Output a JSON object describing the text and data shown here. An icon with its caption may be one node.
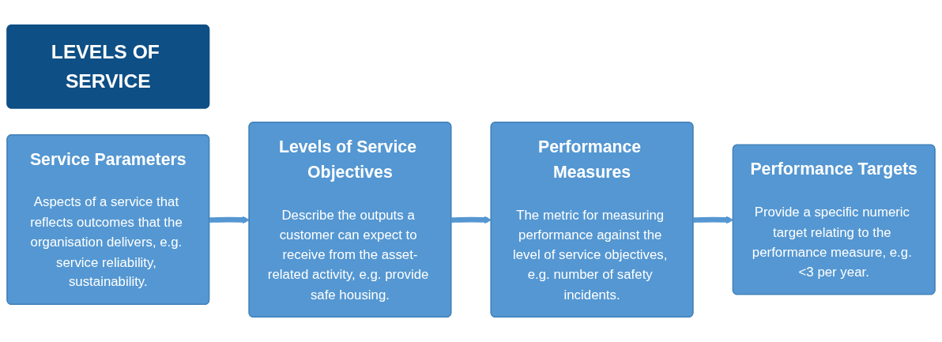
{
  "diagram": {
    "nodes": [
      {
        "text": [
          "LEVELS OF SERVICE"
        ]
      },
      {
        "text": [
          "Service Parameters",
          "Aspects of a service that reflects outcomes that the organisation delivers, e.g. service reliability, sustainability."
        ]
      },
      {
        "text": [
          "Levels of Service Objectives",
          "Describe the outputs a customer can expect to receive from the asset-related activity, e.g. provide safe housing."
        ]
      },
      {
        "text": [
          "Performance Measures",
          "The metric for measuring performance against the level of service objectives, e.g. number of safety incidents."
        ]
      },
      {
        "text": [
          "Performance Targets",
          "Provide a specific numeric target relating to the performance measure, e.g. <3 per year."
        ]
      }
    ],
    "edges": [
      {
        "from": 1,
        "to": 2,
        "arrow": "to"
      },
      {
        "from": 2,
        "to": 3,
        "arrow": "to"
      },
      {
        "from": 3,
        "to": 4,
        "arrow": "to"
      }
    ]
  }
}
